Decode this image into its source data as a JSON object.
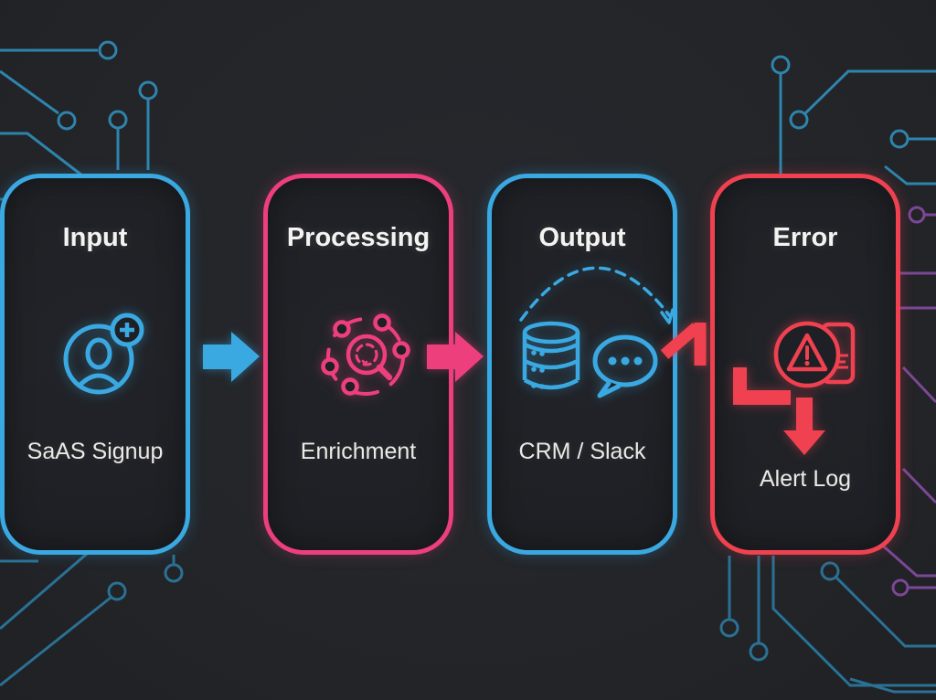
{
  "palette": {
    "blue": "#3AA9E2",
    "pink": "#EE3F7D",
    "red": "#EF4150",
    "teal_trace": "#2E84AC",
    "teal_trace_dim": "#2A7194",
    "purple_trace": "#7B4796",
    "background": "#232529",
    "card_background": "#1E2025",
    "text": "#F4F3F1"
  },
  "stages": [
    {
      "id": "input",
      "title": "Input",
      "label": "SaAS Signup",
      "icon": "user-add-icon",
      "accent": "#3AA9E2"
    },
    {
      "id": "processing",
      "title": "Processing",
      "label": "Enrichment",
      "icon": "network-search-icon",
      "accent": "#EE3F7D"
    },
    {
      "id": "output",
      "title": "Output",
      "label": "CRM / Slack",
      "icon": "database-and-chat-icon",
      "accent": "#3AA9E2"
    },
    {
      "id": "error",
      "title": "Error",
      "label": "Alert Log",
      "icon": "warning-document-icon",
      "accent": "#EF4150"
    }
  ],
  "connectors": [
    {
      "from": "Input",
      "to": "Processing",
      "style": "solid-block-arrow",
      "color": "#3AA9E2"
    },
    {
      "from": "Processing",
      "to": "Output",
      "style": "solid-block-arrow",
      "color": "#EE3F7D"
    },
    {
      "from": "Output",
      "to": "Error",
      "style": "bent-zigzag-arrow",
      "color": "#EF4150"
    },
    {
      "within": "Output",
      "style": "dashed-arc-arrow",
      "color": "#3AA9E2"
    },
    {
      "within": "Error",
      "style": "elbow-and-down-arrow",
      "color": "#EF4150"
    }
  ]
}
